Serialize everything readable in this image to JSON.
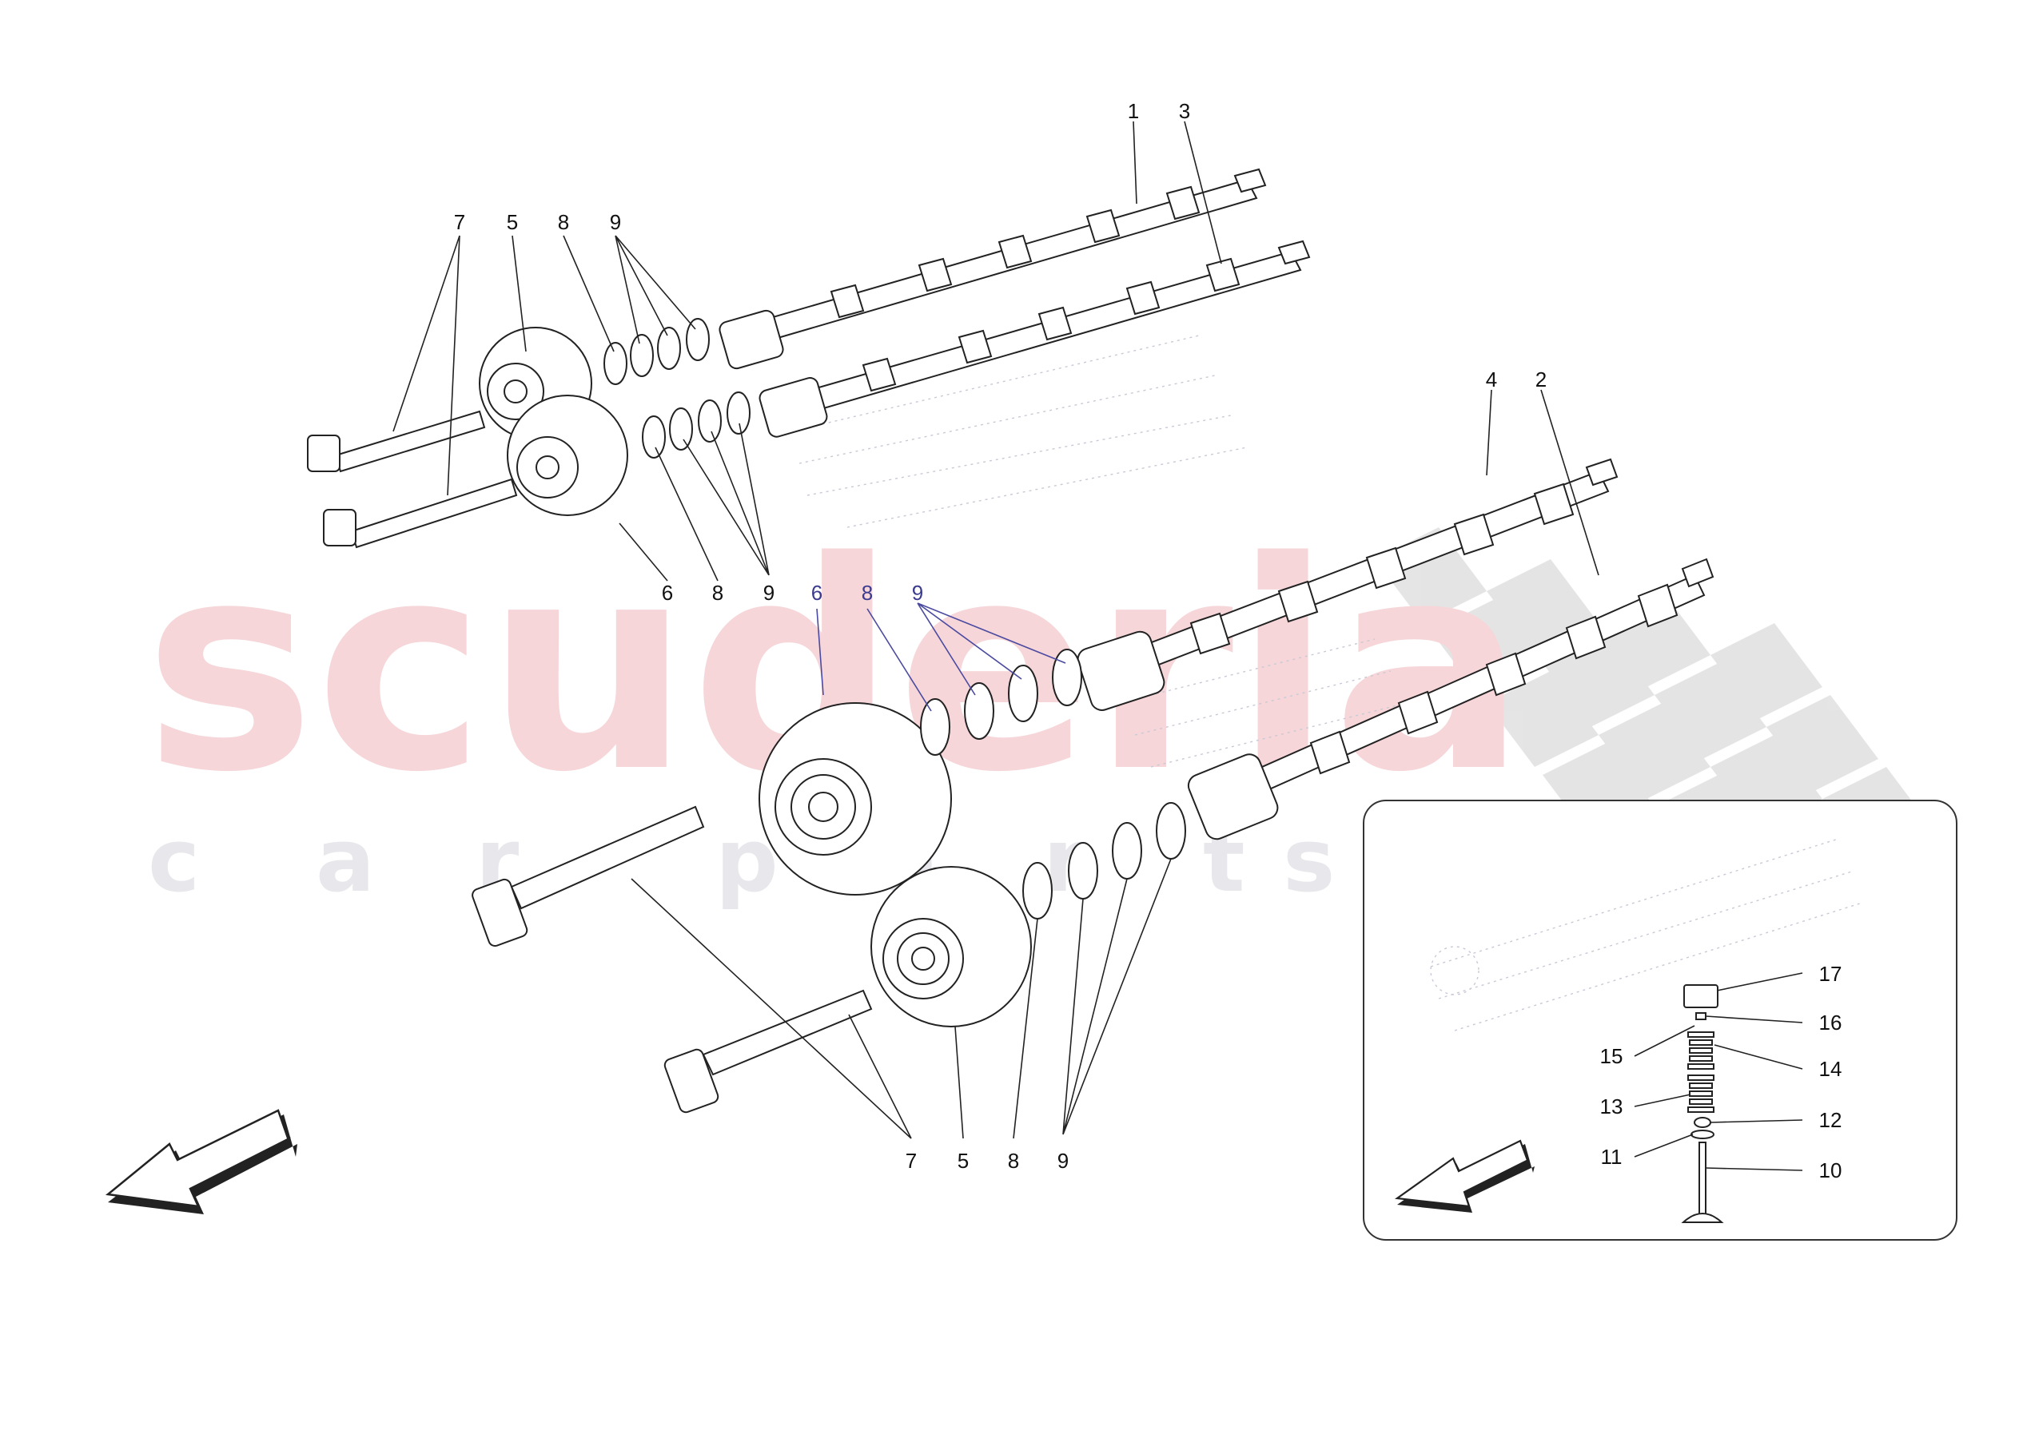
{
  "watermark": {
    "brand": "scuderia",
    "subline": [
      "c",
      "a",
      "r",
      "p",
      "a",
      "r",
      "t",
      "s"
    ],
    "brand_color": "#f6d6d9",
    "subline_color": "#e8e8ec"
  },
  "callouts": {
    "c1": "1",
    "c2": "2",
    "c3": "3",
    "c4": "4",
    "c5a": "5",
    "c5b": "5",
    "c6a": "6",
    "c6b": "6",
    "c7a": "7",
    "c7b": "7",
    "c8a": "8",
    "c8b": "8",
    "c8c": "8",
    "c8d": "8",
    "c9a": "9",
    "c9b": "9",
    "c9c": "9",
    "c9d": "9"
  },
  "inset_callouts": {
    "c10": "10",
    "c11": "11",
    "c12": "12",
    "c13": "13",
    "c14": "14",
    "c15": "15",
    "c16": "16",
    "c17": "17"
  },
  "icons": [
    "direction-arrow-icon",
    "inset-direction-arrow-icon"
  ],
  "colors": {
    "line": "#222222",
    "accent_blue": "#3b3b8f",
    "checker": "#d9d9d9"
  }
}
